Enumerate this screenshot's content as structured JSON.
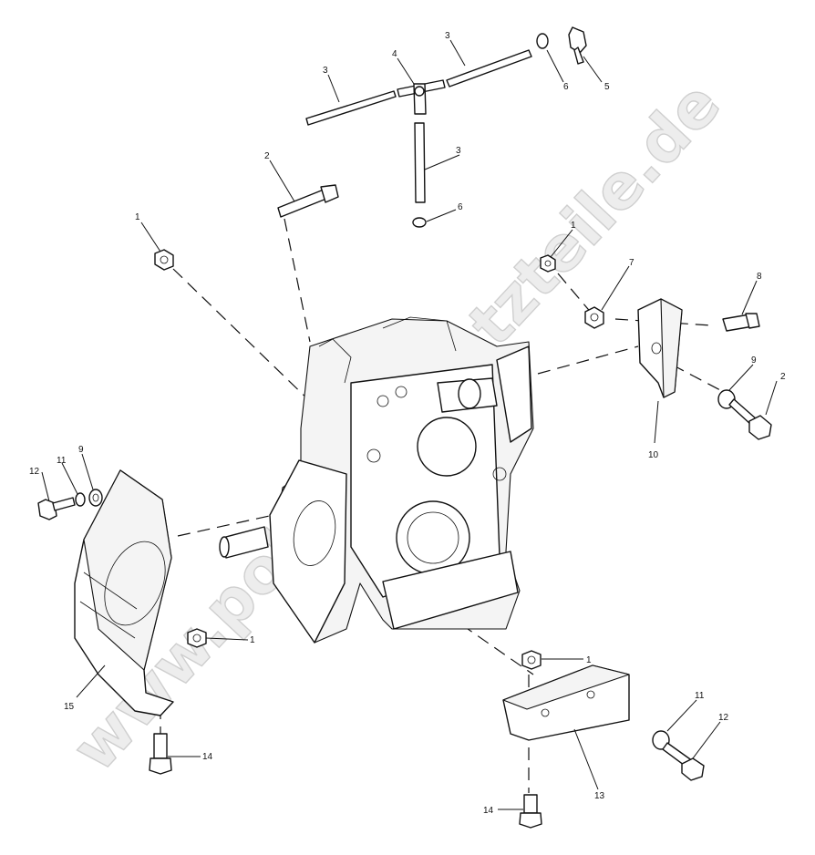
{
  "watermark": "www.polarisersatzteile.de",
  "callouts": [
    {
      "id": "c1a",
      "text": "1"
    },
    {
      "id": "c1b",
      "text": "1"
    },
    {
      "id": "c1c",
      "text": "1"
    },
    {
      "id": "c1d",
      "text": "1"
    },
    {
      "id": "c2a",
      "text": "2"
    },
    {
      "id": "c2b",
      "text": "2"
    },
    {
      "id": "c3a",
      "text": "3"
    },
    {
      "id": "c3b",
      "text": "3"
    },
    {
      "id": "c3c",
      "text": "3"
    },
    {
      "id": "c4",
      "text": "4"
    },
    {
      "id": "c5",
      "text": "5"
    },
    {
      "id": "c6a",
      "text": "6"
    },
    {
      "id": "c6b",
      "text": "6"
    },
    {
      "id": "c7",
      "text": "7"
    },
    {
      "id": "c8",
      "text": "8"
    },
    {
      "id": "c9a",
      "text": "9"
    },
    {
      "id": "c9b",
      "text": "9"
    },
    {
      "id": "c10",
      "text": "10"
    },
    {
      "id": "c11a",
      "text": "11"
    },
    {
      "id": "c11b",
      "text": "11"
    },
    {
      "id": "c12a",
      "text": "12"
    },
    {
      "id": "c12b",
      "text": "12"
    },
    {
      "id": "c13",
      "text": "13"
    },
    {
      "id": "c14a",
      "text": "14"
    },
    {
      "id": "c14b",
      "text": "14"
    },
    {
      "id": "c15",
      "text": "15"
    }
  ]
}
